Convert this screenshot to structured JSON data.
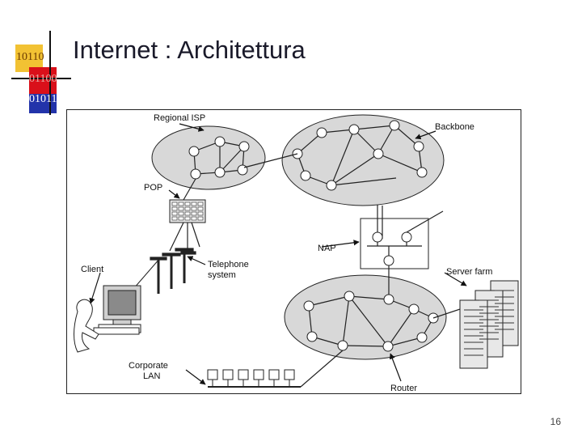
{
  "slide": {
    "title": "Internet : Architettura",
    "page_number": "16"
  },
  "logo": {
    "bits": [
      "10110",
      "01100",
      "01011"
    ]
  },
  "diagram": {
    "labels": {
      "regional_isp": "Regional ISP",
      "backbone": "Backbone",
      "pop": "POP",
      "nap": "NAP",
      "client": "Client",
      "telephone_system_1": "Telephone",
      "telephone_system_2": "system",
      "server_farm": "Server farm",
      "corporate_lan_1": "Corporate",
      "corporate_lan_2": "LAN",
      "router": "Router"
    }
  }
}
